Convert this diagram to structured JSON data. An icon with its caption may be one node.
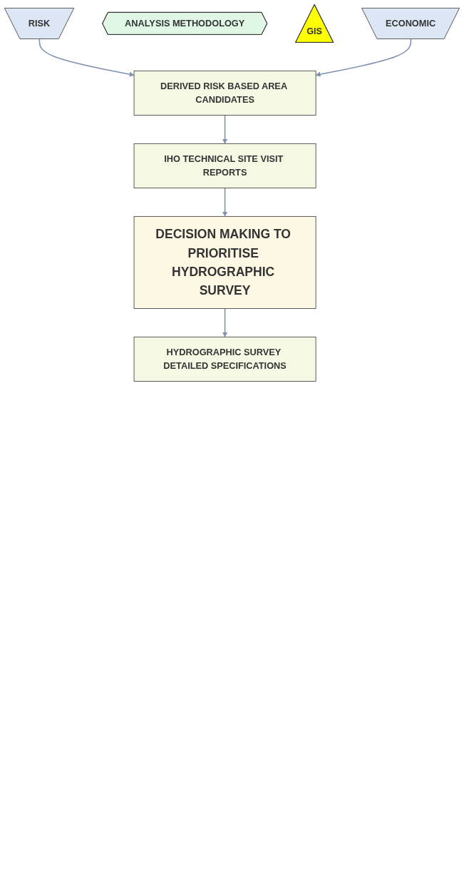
{
  "diagram": {
    "nodes": [
      {
        "text": [
          "RISK"
        ]
      },
      {
        "text": [
          "ANALYSIS METHODOLOGY"
        ]
      },
      {
        "text": [
          "GIS"
        ]
      },
      {
        "text": [
          "ECONOMIC"
        ]
      },
      {
        "text": [
          "DERIVED RISK BASED AREA CANDIDATES"
        ]
      },
      {
        "text": [
          "IHO TECHNICAL SITE VISIT REPORTS"
        ]
      },
      {
        "text": [
          "DECISION MAKING TO PRIORITISE HYDROGRAPHIC SURVEY"
        ]
      },
      {
        "text": [
          "HYDROGRAPHIC SURVEY DETAILED SPECIFICATIONS"
        ]
      }
    ],
    "edges": [
      {
        "from": 0,
        "to": 4,
        "arrow": "to"
      },
      {
        "from": 3,
        "to": 4,
        "arrow": "to"
      },
      {
        "from": 4,
        "to": 5,
        "arrow": "to"
      },
      {
        "from": 5,
        "to": 6,
        "arrow": "to"
      },
      {
        "from": 6,
        "to": 7,
        "arrow": "to"
      }
    ]
  }
}
